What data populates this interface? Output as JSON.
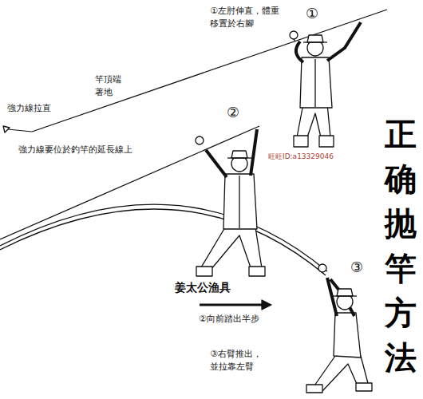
{
  "diagram": {
    "title": "正确抛竿方法",
    "labels": [
      "①",
      "①左肘伸直，體重 移置於右腳",
      "竿頂端 著地",
      "強力線拉直",
      "強力線要位於釣竿的延長線上",
      "旺旺ID:a13329046",
      "②",
      "姜太公渔具",
      "②向前踏出半步",
      "③",
      "③右臂推出， 並拉靠左臂"
    ]
  }
}
